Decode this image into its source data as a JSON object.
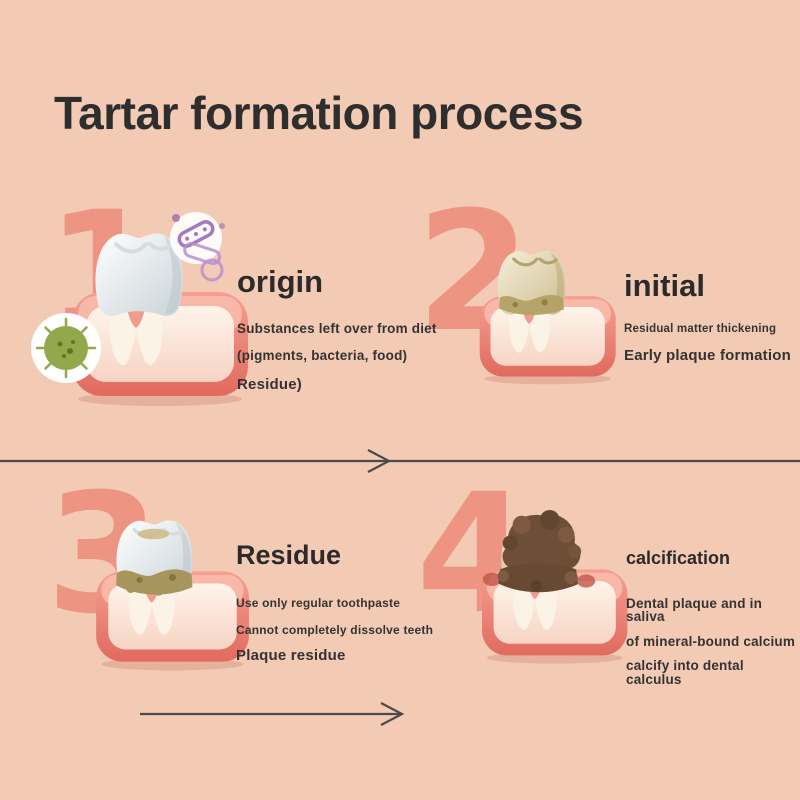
{
  "page": {
    "title": "Tartar formation process",
    "background_color": "#f3cab4",
    "accent_color": "#ee9483",
    "text_color": "#2f2f2f",
    "arrow_color": "#4a4a4a",
    "gum_color": "#e97c6f",
    "plaque_color": "#ab9a5e",
    "tartar_color": "#6e4e36"
  },
  "icons": {
    "germ-icon": "green microbe badge",
    "bacteria-icon": "purple bacteria capsules",
    "arrow-right-icon": ">"
  },
  "steps": [
    {
      "number": "1",
      "heading": "origin",
      "lines": [
        "Substances left over from diet",
        "(pigments, bacteria, food)",
        "Residue)"
      ]
    },
    {
      "number": "2",
      "heading": "initial",
      "lines": [
        "Residual matter thickening",
        "Early plaque formation"
      ]
    },
    {
      "number": "3",
      "heading": "Residue",
      "lines": [
        "Use only regular toothpaste",
        "Cannot completely dissolve teeth",
        "Plaque residue"
      ]
    },
    {
      "number": "4",
      "heading": "calcification",
      "lines": [
        "Dental plaque and in saliva",
        "of mineral-bound calcium",
        "calcify into dental calculus"
      ]
    }
  ]
}
